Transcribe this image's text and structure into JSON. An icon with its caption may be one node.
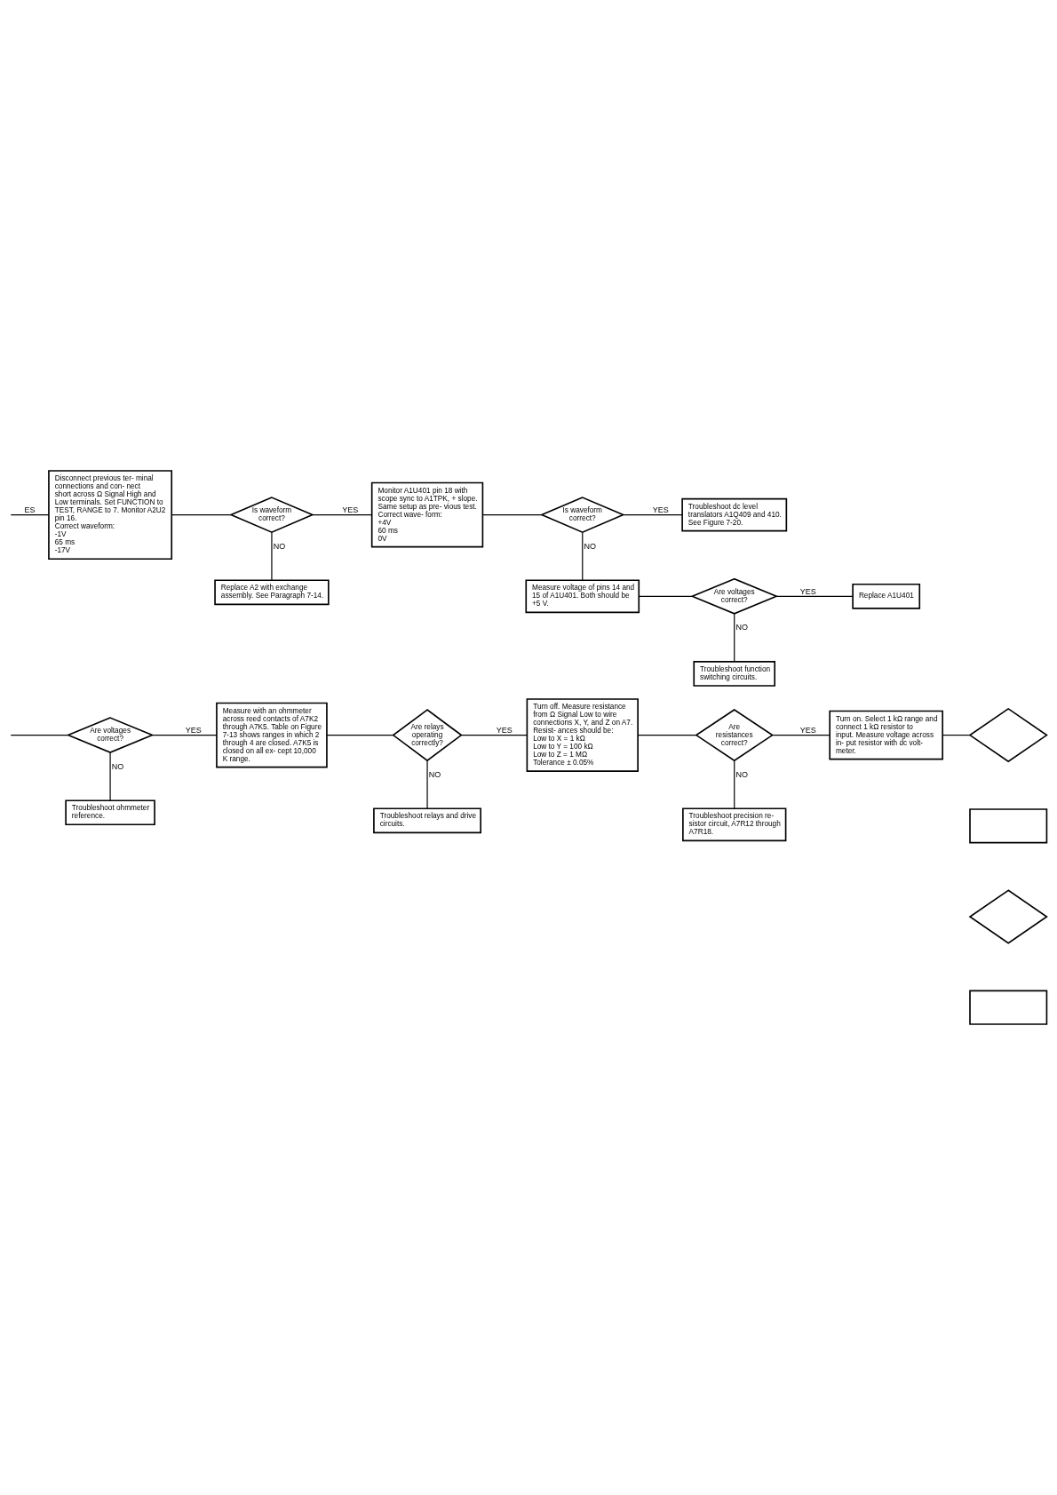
{
  "diagram": {
    "nodes": [
      {
        "text": [
          "Disconnect previous ter- minal connections and con- nect short across Ω Signal High and Low terminals. Set FUNCTION to TEST, RANGE to 7. Monitor A2U2 pin 16.",
          "Correct waveform:",
          "-1V",
          "65 ms",
          "-17V"
        ]
      },
      {
        "text": [
          "Is waveform correct?"
        ]
      },
      {
        "text": [
          "Replace A2 with exchange assembly. See Paragraph 7-14."
        ]
      },
      {
        "text": [
          "Monitor A1U401 pin 18 with scope sync to A1TPK, + slope. Same setup as pre- vious test. Correct wave- form:",
          "+4V",
          "60 ms",
          "0V"
        ]
      },
      {
        "text": [
          "Is waveform correct?"
        ]
      },
      {
        "text": [
          "Troubleshoot dc level translators A1Q409 and 410. See Figure 7-20."
        ]
      },
      {
        "text": [
          "Measure voltage of pins 14 and 15 of A1U401. Both should be +5 V."
        ]
      },
      {
        "text": [
          "Are voltages correct?"
        ]
      },
      {
        "text": [
          "Replace A1U401"
        ]
      },
      {
        "text": [
          "Troubleshoot function switching circuits."
        ]
      },
      {
        "text": [
          "Are voltages correct?"
        ]
      },
      {
        "text": [
          "Troubleshoot ohmmeter reference."
        ]
      },
      {
        "text": [
          "Measure with an ohmmeter across reed contacts of A7K2 through A7K5. Table on Figure 7-13 shows ranges in which 2 through 4 are closed. A7K5 is closed on all ex- cept 10,000 K range."
        ]
      },
      {
        "text": [
          "Are relays operating correctly?"
        ]
      },
      {
        "text": [
          "Troubleshoot relays and drive circuits."
        ]
      },
      {
        "text": [
          "Turn off. Measure resistance from Ω Signal Low to wire connections X, Y, and Z on A7. Resist- ances should be:",
          "Low to X = 1 kΩ",
          "Low to Y = 100 kΩ",
          "Low to Z = 1 MΩ",
          "Tolerance ± 0.05%"
        ]
      },
      {
        "text": [
          "Are resistances correct?"
        ]
      },
      {
        "text": [
          "Troubleshoot precision re- sistor circuit, A7R12 through A7R18."
        ]
      },
      {
        "text": [
          "Turn on. Select 1 kΩ range and connect 1 kΩ resistor to input. Measure voltage across in- put resistor with dc volt- meter."
        ]
      },
      {
        "text": [],
        "shape": "diamond"
      },
      {
        "text": [],
        "shape": "box"
      },
      {
        "text": [],
        "shape": "diamond"
      },
      {
        "text": [],
        "shape": "box"
      }
    ],
    "edges": [
      {
        "from": null,
        "to": 0,
        "arrow": "none",
        "label": "ES"
      },
      {
        "from": 0,
        "to": 1,
        "arrow": "none"
      },
      {
        "from": 1,
        "to": 3,
        "arrow": "none",
        "label": "YES"
      },
      {
        "from": 1,
        "to": 2,
        "arrow": "none",
        "label": "NO"
      },
      {
        "from": 3,
        "to": 4,
        "arrow": "none"
      },
      {
        "from": 4,
        "to": 5,
        "arrow": "none",
        "label": "YES"
      },
      {
        "from": 4,
        "to": 6,
        "arrow": "none",
        "label": "NO"
      },
      {
        "from": 6,
        "to": 7,
        "arrow": "none"
      },
      {
        "from": 7,
        "to": 8,
        "arrow": "none",
        "label": "YES"
      },
      {
        "from": 7,
        "to": 9,
        "arrow": "none",
        "label": "NO"
      },
      {
        "from": null,
        "to": 10,
        "arrow": "none"
      },
      {
        "from": 10,
        "to": 12,
        "arrow": "none",
        "label": "YES"
      },
      {
        "from": 10,
        "to": 11,
        "arrow": "none",
        "label": "NO"
      },
      {
        "from": 12,
        "to": 13,
        "arrow": "none"
      },
      {
        "from": 13,
        "to": 15,
        "arrow": "none",
        "label": "YES"
      },
      {
        "from": 13,
        "to": 14,
        "arrow": "none",
        "label": "NO"
      },
      {
        "from": 15,
        "to": 16,
        "arrow": "none"
      },
      {
        "from": 16,
        "to": 18,
        "arrow": "none",
        "label": "YES"
      },
      {
        "from": 16,
        "to": 17,
        "arrow": "none",
        "label": "NO"
      },
      {
        "from": 18,
        "to": 19,
        "arrow": "none"
      }
    ]
  }
}
